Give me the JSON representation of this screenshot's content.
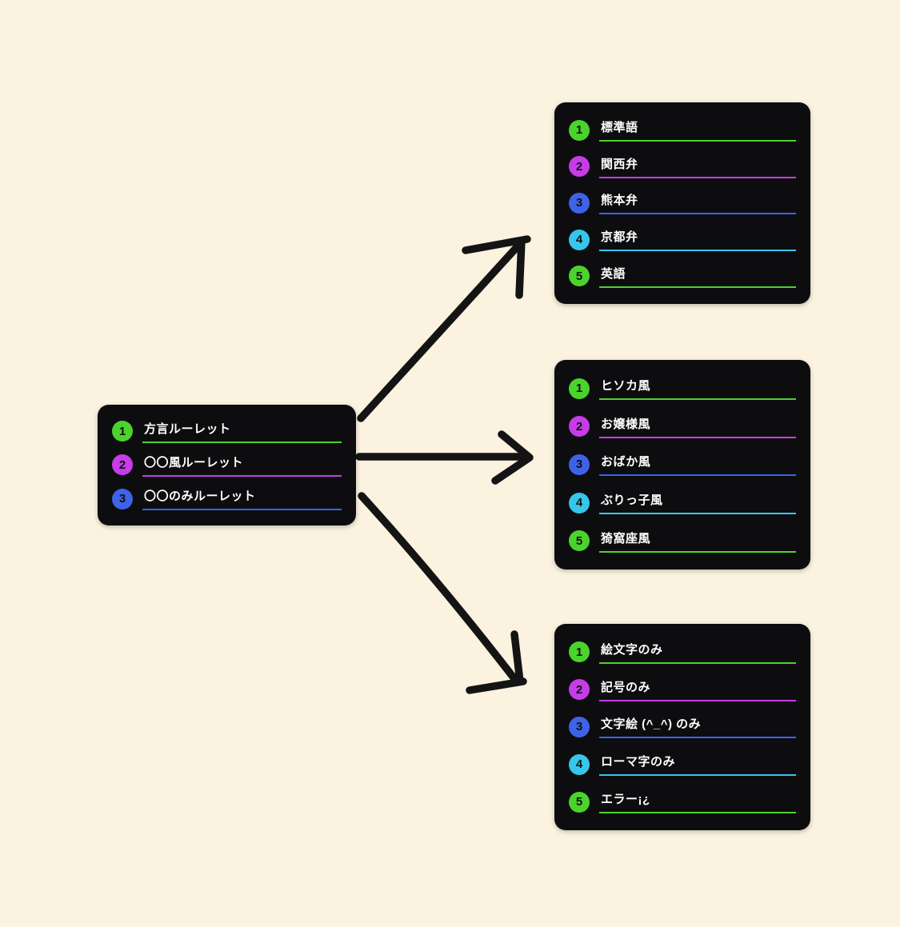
{
  "palette": {
    "background": "#fbf2e0",
    "card_bg": "#0d0d0f",
    "arrow": "#141414",
    "label_text": "#ffffff"
  },
  "source_card": {
    "items": [
      {
        "num": "1",
        "label": "方言ルーレット",
        "color": "#4bd32d"
      },
      {
        "num": "2",
        "label": "〇〇風ルーレット",
        "color": "#c73ce8"
      },
      {
        "num": "3",
        "label": "〇〇のみルーレット",
        "color": "#3e63ea"
      }
    ]
  },
  "option_cards": [
    {
      "name": "dialect-roulette-options",
      "items": [
        {
          "num": "1",
          "label": "標準語",
          "color": "#4bd32d"
        },
        {
          "num": "2",
          "label": "関西弁",
          "color": "#c73ce8"
        },
        {
          "num": "3",
          "label": "熊本弁",
          "color": "#3e63ea"
        },
        {
          "num": "4",
          "label": "京都弁",
          "color": "#35c6ea"
        },
        {
          "num": "5",
          "label": "英語",
          "color": "#4bd32d"
        }
      ]
    },
    {
      "name": "style-roulette-options",
      "items": [
        {
          "num": "1",
          "label": "ヒソカ風",
          "color": "#4bd32d"
        },
        {
          "num": "2",
          "label": "お嬢様風",
          "color": "#c73ce8"
        },
        {
          "num": "3",
          "label": "おばか風",
          "color": "#3e63ea"
        },
        {
          "num": "4",
          "label": "ぶりっ子風",
          "color": "#35c6ea"
        },
        {
          "num": "5",
          "label": "猗窩座風",
          "color": "#4bd32d"
        }
      ]
    },
    {
      "name": "only-roulette-options",
      "items": [
        {
          "num": "1",
          "label": "絵文字のみ",
          "color": "#4bd32d"
        },
        {
          "num": "2",
          "label": "記号のみ",
          "color": "#c73ce8"
        },
        {
          "num": "3",
          "label": "文字絵 (^_^) のみ",
          "color": "#3e63ea"
        },
        {
          "num": "4",
          "label": "ローマ字のみ",
          "color": "#35c6ea"
        },
        {
          "num": "5",
          "label": "エラー¡¿",
          "color": "#4bd32d"
        }
      ]
    }
  ]
}
